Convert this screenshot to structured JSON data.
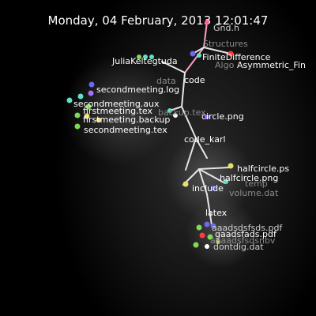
{
  "datetime": "Monday, 04 February, 2013 12:01:47",
  "dir_labels": {
    "code": "code",
    "code_karl": "code_karl",
    "include": "include",
    "latex": "latex",
    "data": "data",
    "structures": "Structures",
    "algo": "Algo"
  },
  "file_labels": {
    "gnd": "Gnd.h",
    "julia": "JuliaKeltegtuda",
    "finite_diff": "FiniteDifference",
    "asym": "Asymmetric_Fin",
    "secondmeeting_log": "secondmeeting.log",
    "secondmeeting_aux": "secondmeeting.aux",
    "firstmeeting_tex": "firstmeeting.tex",
    "secondmeeting_tex": "secondmeeting.tex",
    "firstmeeting_backup": "firstmeeting.backup",
    "backup_txt": "backup.tex",
    "circle_png": "circle.png",
    "halfcircle_ps": "halfcircle.ps",
    "halfcircle_png": "halfcircle.png",
    "volume_dat": "volume.dat",
    "temp": "temp",
    "latex_files_1": "aaadsdsfsds.pdf",
    "latex_files_2": "gaadsfads.pdf",
    "latex_files_3": "aaaadsfsdsnbv",
    "latex_files_4": "dontdig.dat"
  },
  "colors": {
    "edge": "#e6e6e6",
    "edge_root": "#ff9fc6",
    "node_green": "#7ed957",
    "node_cyan": "#5fe0c8",
    "node_blue": "#6a6af0",
    "node_yellow": "#e8e06a",
    "node_red": "#ff3b3b",
    "node_pink": "#ff5fa0",
    "node_white": "#ffffff",
    "node_purple": "#a070ff"
  }
}
